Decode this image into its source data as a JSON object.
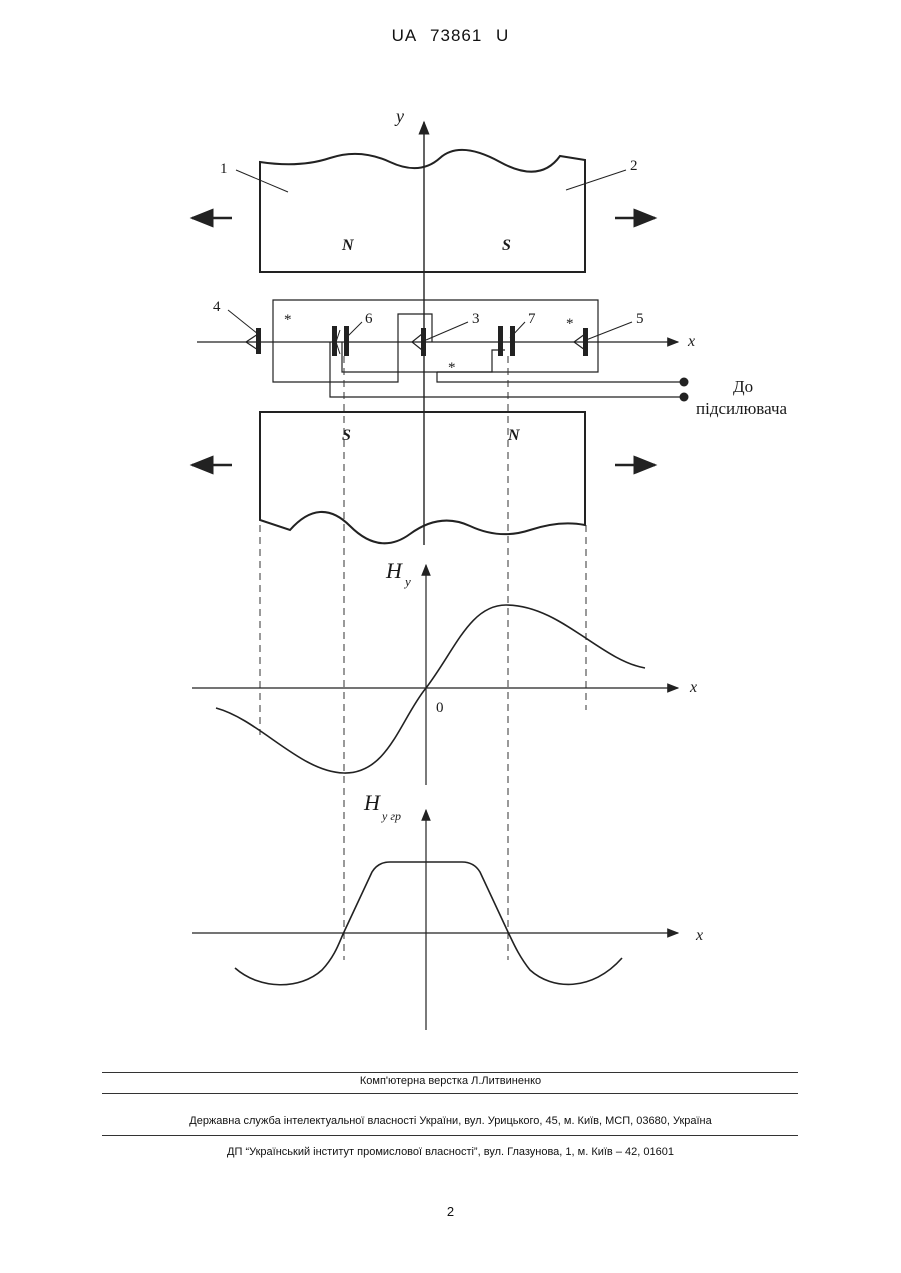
{
  "header": {
    "doc_id": "UA   73861   U"
  },
  "figure": {
    "axis_y": "y",
    "axis_x": "x",
    "part_labels": [
      "1",
      "2",
      "3",
      "4",
      "5",
      "6",
      "7"
    ],
    "pole_top_left": "N",
    "pole_top_right": "S",
    "pole_bottom_left": "S",
    "pole_bottom_right": "N",
    "polarity_mark": "*",
    "output_label_line1": "До",
    "output_label_line2": "підсилювача",
    "graph1_ylabel": "H",
    "graph1_ylabel_sub": "y",
    "graph1_xlabel": "x",
    "graph1_origin": "0",
    "graph2_ylabel": "H",
    "graph2_ylabel_sub": "y гр",
    "graph2_xlabel": "x"
  },
  "footer": {
    "layout": "Комп'ютерна верстка Л.Литвиненко",
    "office": "Державна служба інтелектуальної власності України, вул. Урицького, 45, м. Київ, МСП, 03680, Україна",
    "institute": "ДП “Український інститут промислової власності”, вул. Глазунова, 1, м. Київ – 42, 01601"
  },
  "page_number": "2"
}
